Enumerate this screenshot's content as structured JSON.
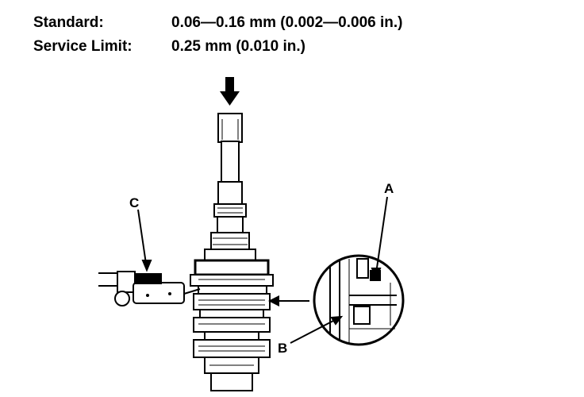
{
  "specs": {
    "standard_label": "Standard:",
    "standard_value": "0.06—0.16 mm (0.002—0.006 in.)",
    "limit_label": "Service Limit:",
    "limit_value": "0.25 mm (0.010 in.)"
  },
  "callouts": {
    "a": "A",
    "b": "B",
    "c": "C"
  }
}
